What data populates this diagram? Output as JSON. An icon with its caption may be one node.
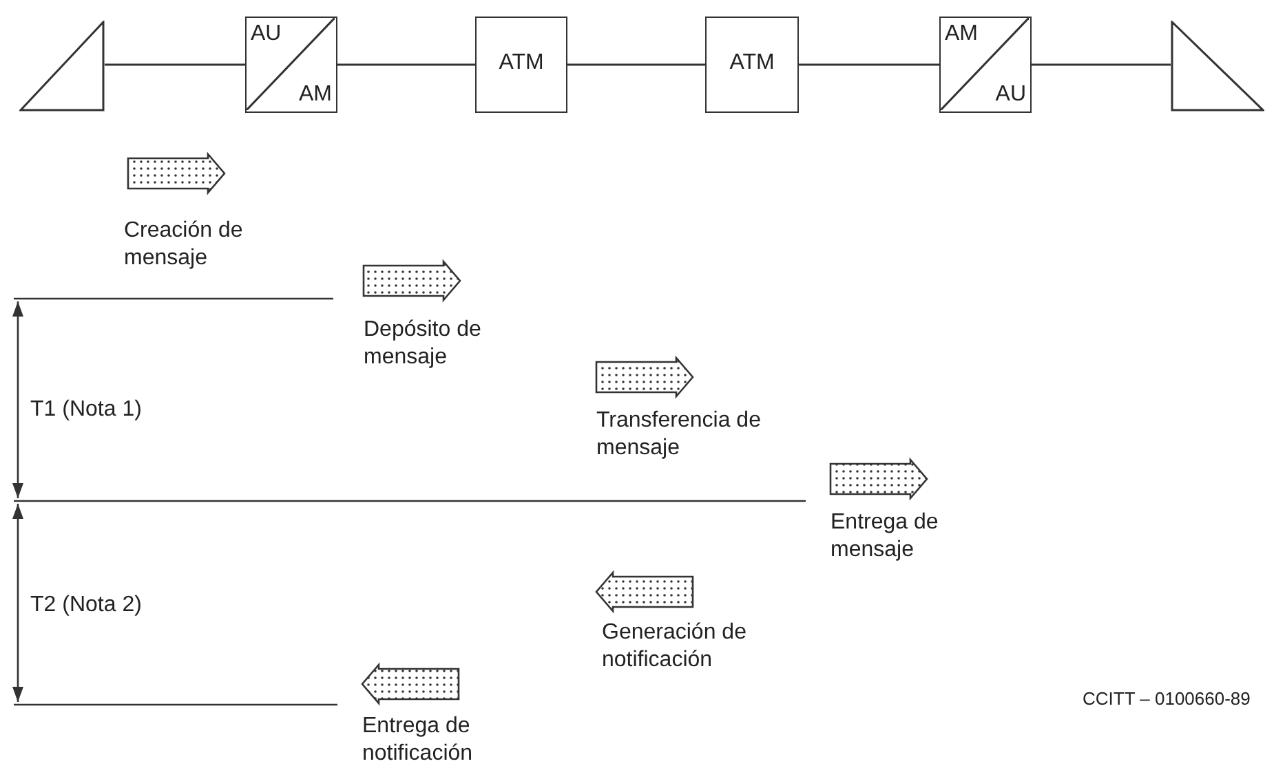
{
  "diagram": {
    "nodes": [
      {
        "text": [],
        "shape": "triangle"
      },
      {
        "text": [
          "AU",
          "AM"
        ]
      },
      {
        "text": [
          "ATM"
        ]
      },
      {
        "text": [
          "ATM"
        ]
      },
      {
        "text": [
          "AM",
          "AU"
        ]
      },
      {
        "text": [],
        "shape": "triangle"
      }
    ],
    "edges": [
      {
        "from": 0,
        "to": 1,
        "arrow": "none"
      },
      {
        "from": 1,
        "to": 2,
        "arrow": "none"
      },
      {
        "from": 2,
        "to": 3,
        "arrow": "none"
      },
      {
        "from": 3,
        "to": 4,
        "arrow": "none"
      },
      {
        "from": 4,
        "to": 5,
        "arrow": "none"
      }
    ],
    "labels": [
      "Creación de mensaje",
      "Depósito de mensaje",
      "T1 (Nota 1)",
      "Transferencia de mensaje",
      "Entrega de mensaje",
      "T2 (Nota 2)",
      "Generación de notificación",
      "CCITT – 0100660-89",
      "Entrega de notificación"
    ]
  }
}
